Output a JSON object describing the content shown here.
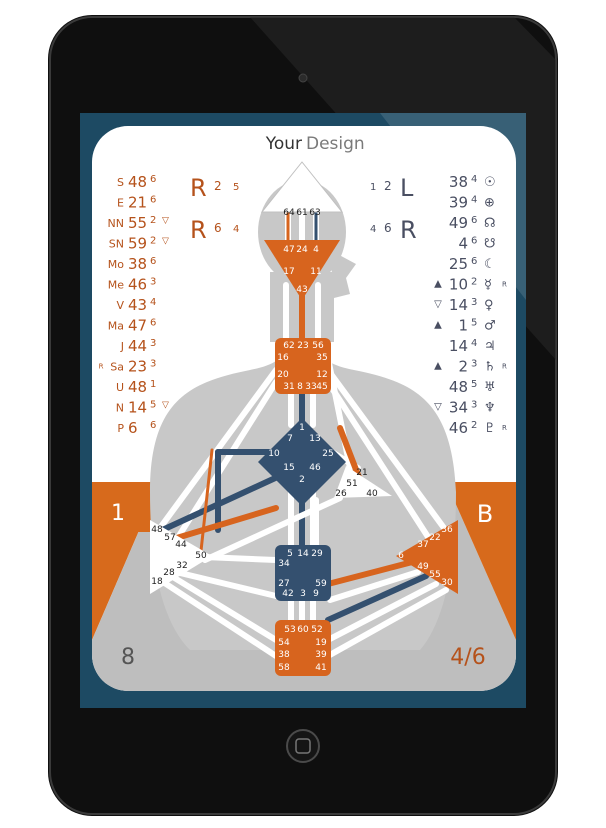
{
  "title": {
    "your": "Your",
    "design": "Design"
  },
  "colors": {
    "design": "#b5521b",
    "personality": "#4a4f62",
    "center_orange": "#d7641e",
    "center_blue": "#34506f",
    "body_grey": "#bdbdbd",
    "frame": "#111111"
  },
  "variables": {
    "left_top": {
      "letter": "R",
      "a": "2",
      "b": "5"
    },
    "left_bottom": {
      "letter": "R",
      "a": "6",
      "b": "4"
    },
    "right_top": {
      "a": "1",
      "b": "2",
      "letter": "L"
    },
    "right_bottom": {
      "a": "4",
      "b": "6",
      "letter": "R"
    }
  },
  "design_planets": [
    {
      "label": "S",
      "gate": "48",
      "line": "6",
      "mark": ""
    },
    {
      "label": "E",
      "gate": "21",
      "line": "6",
      "mark": ""
    },
    {
      "label": "NN",
      "gate": "55",
      "line": "2",
      "mark": "▽"
    },
    {
      "label": "SN",
      "gate": "59",
      "line": "2",
      "mark": "▽"
    },
    {
      "label": "Mo",
      "gate": "38",
      "line": "6",
      "mark": ""
    },
    {
      "label": "Me",
      "gate": "46",
      "line": "3",
      "mark": ""
    },
    {
      "label": "V",
      "gate": "43",
      "line": "4",
      "mark": ""
    },
    {
      "label": "Ma",
      "gate": "47",
      "line": "6",
      "mark": ""
    },
    {
      "label": "J",
      "gate": "44",
      "line": "3",
      "mark": ""
    },
    {
      "label": "Sa",
      "gate": "23",
      "line": "3",
      "mark": "",
      "pre": "R"
    },
    {
      "label": "U",
      "gate": "48",
      "line": "1",
      "mark": ""
    },
    {
      "label": "N",
      "gate": "14",
      "line": "5",
      "mark": "▽"
    },
    {
      "label": "P",
      "gate": "6",
      "line": "6",
      "mark": ""
    }
  ],
  "personality_planets": [
    {
      "pre": "",
      "gate": "38",
      "line": "4",
      "sym": "☉",
      "post": ""
    },
    {
      "pre": "",
      "gate": "39",
      "line": "4",
      "sym": "⊕",
      "post": ""
    },
    {
      "pre": "",
      "gate": "49",
      "line": "6",
      "sym": "☊",
      "post": ""
    },
    {
      "pre": "",
      "gate": "4",
      "line": "6",
      "sym": "☋",
      "post": ""
    },
    {
      "pre": "",
      "gate": "25",
      "line": "6",
      "sym": "☾",
      "post": ""
    },
    {
      "pre": "▲",
      "gate": "10",
      "line": "2",
      "sym": "☿",
      "post": "R"
    },
    {
      "pre": "▽",
      "gate": "14",
      "line": "3",
      "sym": "♀",
      "post": ""
    },
    {
      "pre": "▲",
      "gate": "1",
      "line": "5",
      "sym": "♂",
      "post": ""
    },
    {
      "pre": "",
      "gate": "14",
      "line": "4",
      "sym": "♃",
      "post": ""
    },
    {
      "pre": "▲",
      "gate": "2",
      "line": "3",
      "sym": "♄",
      "post": "R"
    },
    {
      "pre": "",
      "gate": "48",
      "line": "5",
      "sym": "♅",
      "post": ""
    },
    {
      "pre": "▽",
      "gate": "34",
      "line": "3",
      "sym": "♆",
      "post": ""
    },
    {
      "pre": "",
      "gate": "46",
      "line": "2",
      "sym": "♇",
      "post": "R"
    }
  ],
  "corners": {
    "profile_left": "1",
    "authority": "B",
    "bottom_left": "8",
    "profile": "4/6"
  },
  "gates": {
    "head": [
      "64",
      "61",
      "63"
    ],
    "ajna": [
      "47",
      "24",
      "4",
      "17",
      "11",
      "43"
    ],
    "throat": [
      "62",
      "23",
      "56",
      "16",
      "35",
      "20",
      "12",
      "31",
      "8",
      "33",
      "45"
    ],
    "g": [
      "1",
      "13",
      "7",
      "10",
      "25",
      "15",
      "46",
      "2"
    ],
    "ego": [
      "21",
      "51",
      "26",
      "40"
    ],
    "spleen": [
      "48",
      "57",
      "44",
      "50",
      "32",
      "28",
      "18"
    ],
    "sacral": [
      "5",
      "14",
      "29",
      "34",
      "27",
      "42",
      "3",
      "9",
      "59"
    ],
    "solar": [
      "36",
      "22",
      "37",
      "6",
      "49",
      "55",
      "30"
    ],
    "root": [
      "53",
      "60",
      "52",
      "54",
      "19",
      "38",
      "39",
      "58",
      "41"
    ]
  }
}
